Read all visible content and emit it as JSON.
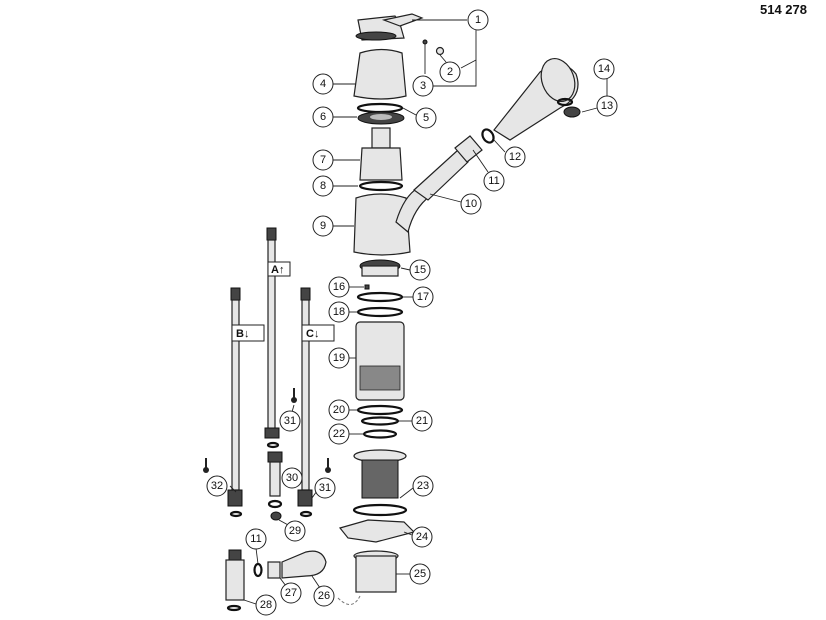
{
  "diagram": {
    "code": "514 278",
    "callouts": {
      "n1": "1",
      "n2": "2",
      "n3": "3",
      "n4": "4",
      "n5": "5",
      "n6": "6",
      "n7": "7",
      "n8": "8",
      "n9": "9",
      "n10": "10",
      "n11a": "11",
      "n11b": "11",
      "n12": "12",
      "n13": "13",
      "n14": "14",
      "n15": "15",
      "n16": "16",
      "n17": "17",
      "n18": "18",
      "n19": "19",
      "n20": "20",
      "n21": "21",
      "n22": "22",
      "n23": "23",
      "n24": "24",
      "n25": "25",
      "n26": "26",
      "n27": "27",
      "n28": "28",
      "n29": "29",
      "n30": "30",
      "n31a": "31",
      "n31b": "31",
      "n32": "32"
    },
    "hoses": {
      "a": "A↑",
      "b": "B↓",
      "c": "C↓"
    }
  }
}
